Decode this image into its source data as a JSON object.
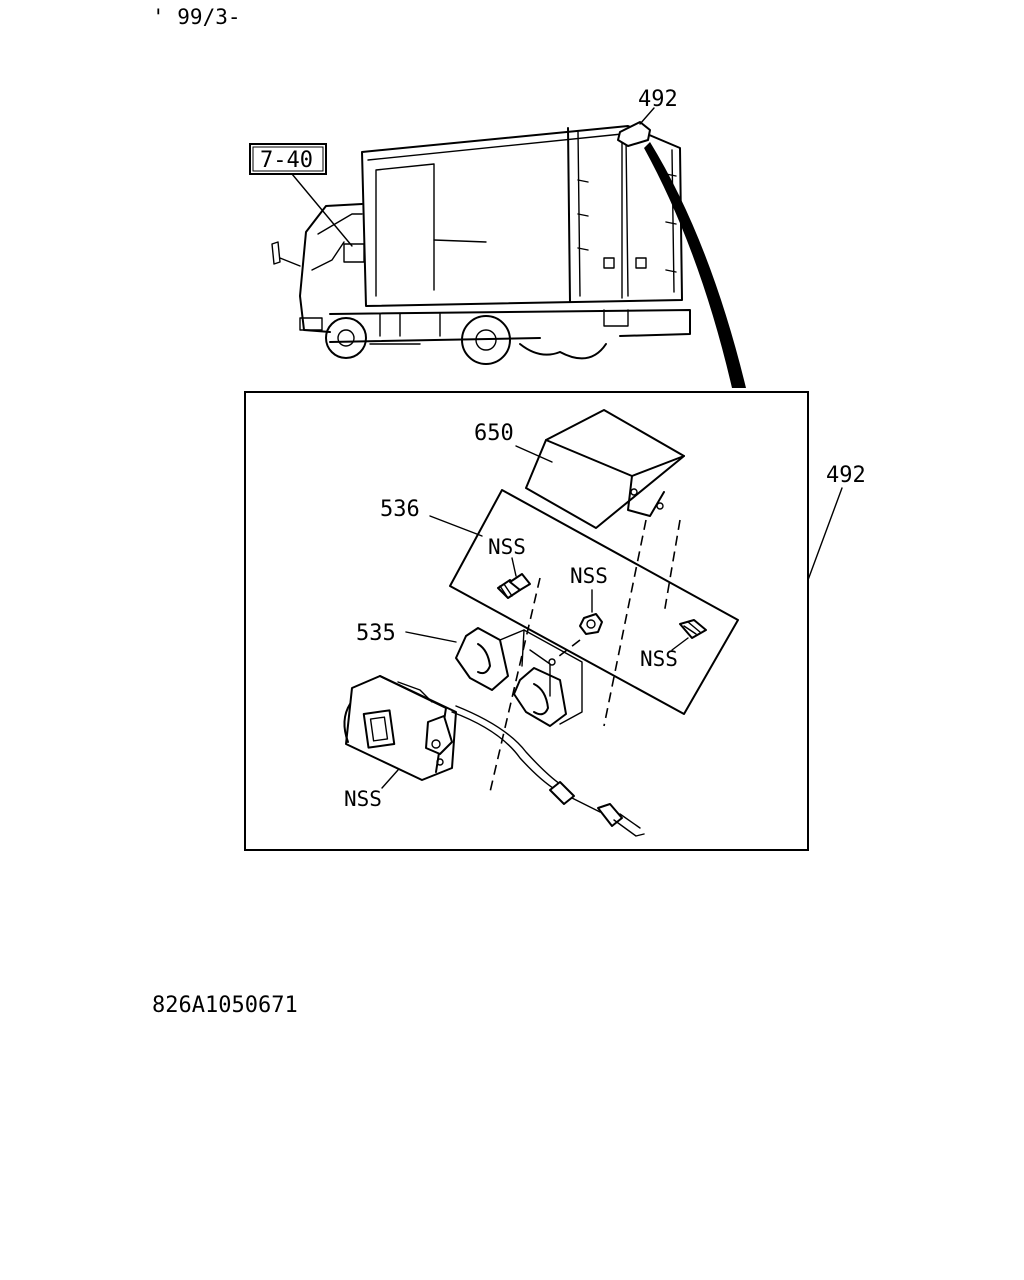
{
  "header": {
    "date_code": "' 99/3-"
  },
  "refs": {
    "section_ref": "7-40"
  },
  "callouts": {
    "top_part": "492",
    "box_part": "492",
    "cover": "650",
    "bracket_plate": "536",
    "bracket": "535",
    "nss_upper_left": "NSS",
    "nss_upper_mid": "NSS",
    "nss_right": "NSS",
    "nss_camera": "NSS"
  },
  "footer": {
    "drawing_number": "826A1050671"
  }
}
